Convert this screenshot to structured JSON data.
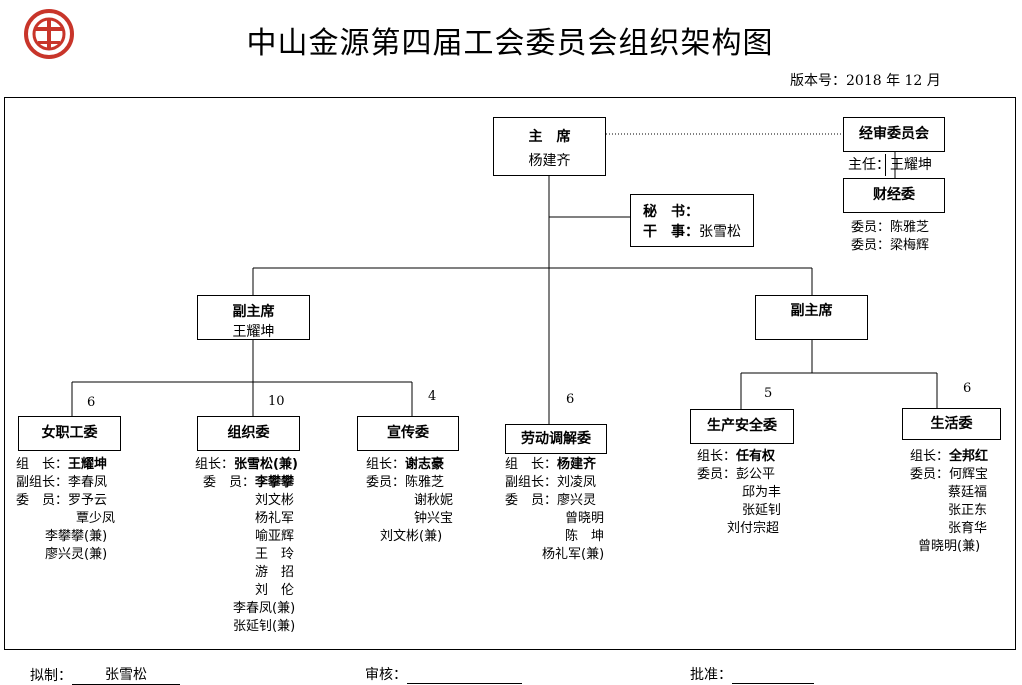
{
  "title": "中山金源第四届工会委员会组织架构图",
  "version": "版本号：2018 年 12 月",
  "chairman": {
    "title": "主　席",
    "name": "杨建齐"
  },
  "audit": {
    "title": "经审委员会",
    "director": "主任：王耀坤"
  },
  "finance": {
    "title": "财经委",
    "members": [
      "委员：陈雅芝",
      "委员：梁梅辉"
    ]
  },
  "secretary": {
    "line1": "秘　书：",
    "line2": "干　事：",
    "name": "张雪松"
  },
  "vice_left": {
    "title": "副主席",
    "name": "王耀坤"
  },
  "vice_right": {
    "title": "副主席"
  },
  "committees": {
    "women": {
      "name": "女职工委",
      "count": "6",
      "rows": [
        {
          "label": "组　长：",
          "value": "王耀坤",
          "bold": true
        },
        {
          "label": "副组长：",
          "value": "李春凤"
        },
        {
          "label": "委　员：",
          "value": "罗予云"
        },
        {
          "label": "",
          "value": "覃少凤"
        },
        {
          "label": "",
          "value": "李攀攀(兼)"
        },
        {
          "label": "",
          "value": "廖兴灵(兼)"
        }
      ]
    },
    "org": {
      "name": "组织委",
      "count": "10",
      "rows": [
        {
          "label": "组长：",
          "value": "张雪松(兼)",
          "bold": true
        },
        {
          "label": "委　员：",
          "value": "李攀攀",
          "bold": true
        },
        {
          "label": "",
          "value": "刘文彬"
        },
        {
          "label": "",
          "value": "杨礼军"
        },
        {
          "label": "",
          "value": "喻亚辉"
        },
        {
          "label": "",
          "value": "王　玲"
        },
        {
          "label": "",
          "value": "游　招"
        },
        {
          "label": "",
          "value": "刘　伦"
        },
        {
          "label": "",
          "value": "李春凤(兼)"
        },
        {
          "label": "",
          "value": "张延钊(兼)"
        }
      ]
    },
    "publicity": {
      "name": "宣传委",
      "count": "4",
      "rows": [
        {
          "label": "组长：",
          "value": "谢志豪",
          "bold": true
        },
        {
          "label": "委员：",
          "value": "陈雅芝"
        },
        {
          "label": "",
          "value": "谢秋妮"
        },
        {
          "label": "",
          "value": "钟兴宝"
        },
        {
          "label": "",
          "value": "刘文彬(兼)"
        }
      ]
    },
    "labor": {
      "name": "劳动调解委",
      "count": "6",
      "rows": [
        {
          "label": "组　长：",
          "value": "杨建齐",
          "bold": true
        },
        {
          "label": "副组长：",
          "value": "刘凌凤"
        },
        {
          "label": "委　员：",
          "value": "廖兴灵"
        },
        {
          "label": "",
          "value": "曾晓明"
        },
        {
          "label": "",
          "value": "陈　坤"
        },
        {
          "label": "",
          "value": "杨礼军(兼)"
        }
      ]
    },
    "safety": {
      "name": "生产安全委",
      "count": "5",
      "rows": [
        {
          "label": "组长：",
          "value": "任有权",
          "bold": true
        },
        {
          "label": "委员：",
          "value": "彭公平"
        },
        {
          "label": "",
          "value": "邱为丰"
        },
        {
          "label": "",
          "value": "张延钊"
        },
        {
          "label": "",
          "value": "刘付宗超"
        }
      ]
    },
    "life": {
      "name": "生活委",
      "count": "6",
      "rows": [
        {
          "label": "组长：",
          "value": "全邦红",
          "bold": true
        },
        {
          "label": "委员：",
          "value": "何辉宝"
        },
        {
          "label": "",
          "value": "蔡廷福"
        },
        {
          "label": "",
          "value": "张正东"
        },
        {
          "label": "",
          "value": "张育华"
        },
        {
          "label": "",
          "value": "曾晓明(兼)"
        }
      ]
    }
  },
  "footer": {
    "drafter_label": "拟制：",
    "drafter_name": "张雪松",
    "review_label": "审核：",
    "review_name": "",
    "approve_label": "批准：",
    "approve_name": ""
  }
}
